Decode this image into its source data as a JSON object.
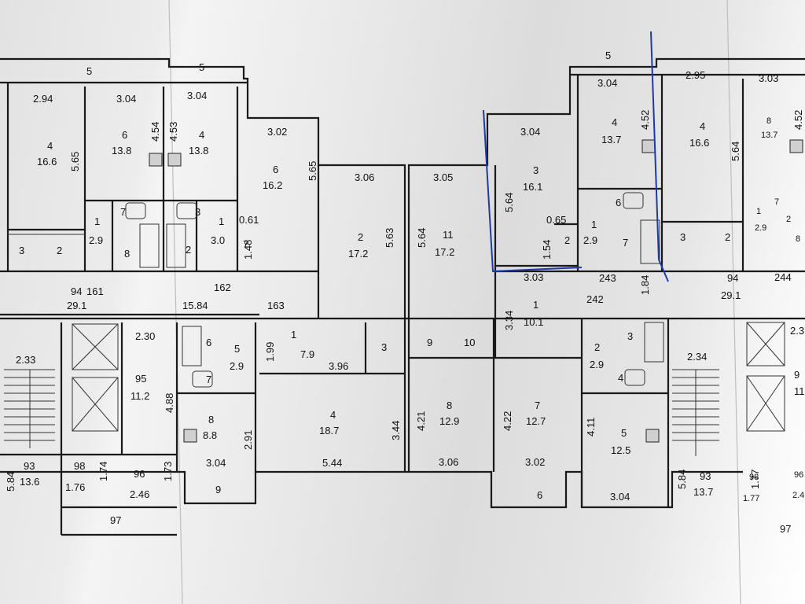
{
  "plan": {
    "apartment_left_top": {
      "rooms": [
        {
          "num": "4",
          "area": "16.6"
        },
        {
          "num": "6",
          "area": "13.8"
        },
        {
          "num": "4",
          "area": "13.8"
        },
        {
          "num": "6",
          "area": "16.2"
        },
        {
          "num": "2",
          "area": "17.2"
        },
        {
          "num": "1",
          "area": "2.9"
        },
        {
          "num": "1",
          "area": "3.0"
        },
        {
          "num": "94",
          "area": "29.1"
        }
      ],
      "dims": [
        "5",
        "5",
        "2.94",
        "3.04",
        "3.04",
        "3.02",
        "3.06",
        "5.65",
        "4.54",
        "4.53",
        "5.65",
        "5.63",
        "0.61",
        "1.48",
        "161",
        "162",
        "15.84",
        "163"
      ],
      "small": [
        "7",
        "3",
        "3",
        "2",
        "8",
        "2",
        "7"
      ]
    },
    "apartment_right_top": {
      "rooms": [
        {
          "num": "11",
          "area": "17.2"
        },
        {
          "num": "3",
          "area": "16.1"
        },
        {
          "num": "4",
          "area": "13.7"
        },
        {
          "num": "4",
          "area": "16.6"
        },
        {
          "num": "8",
          "area": "13.7"
        },
        {
          "num": "1",
          "area": "2.9"
        },
        {
          "num": "1",
          "area": "10.1"
        },
        {
          "num": "94",
          "area": "29.1"
        },
        {
          "num": "1",
          "area": "2.9"
        }
      ],
      "dims": [
        "5",
        "3.05",
        "3.04",
        "3.04",
        "2.95",
        "3.03",
        "5.64",
        "5.64",
        "4.52",
        "4.52",
        "5.64",
        "0.65",
        "1.54",
        "3.03",
        "243",
        "242",
        "1.84",
        "3.34",
        "244"
      ],
      "small": [
        "6",
        "2",
        "7",
        "3",
        "2",
        "7",
        "2",
        "8"
      ]
    },
    "apartment_bottom": {
      "rooms": [
        {
          "num": "1",
          "area": "7.9"
        },
        {
          "num": "4",
          "area": "18.7"
        },
        {
          "num": "8",
          "area": "8.8"
        },
        {
          "num": "5",
          "area": "2.9"
        },
        {
          "num": "95",
          "area": "11.2"
        },
        {
          "num": "93",
          "area": "13.6"
        },
        {
          "num": "98",
          "area": "1.76"
        },
        {
          "num": "96",
          "area": "2.46"
        },
        {
          "num": "8",
          "area": "12.9"
        },
        {
          "num": "7",
          "area": "12.7"
        },
        {
          "num": "2",
          "area": "2.9"
        },
        {
          "num": "5",
          "area": "12.5"
        },
        {
          "num": "93",
          "area": "13.7"
        },
        {
          "num": "98",
          "area": "1.77"
        }
      ],
      "dims": [
        "2.33",
        "2.30",
        "4.88",
        "1.99",
        "3.96",
        "2.91",
        "3.44",
        "5.44",
        "3.04",
        "9",
        "97",
        "5.84",
        "1.74",
        "1.73",
        "4.21",
        "4.22",
        "3.06",
        "3.02",
        "6",
        "4.11",
        "3.04",
        "2.34",
        "5.84",
        "1.77",
        "97"
      ],
      "small": [
        "6",
        "7",
        "3",
        "9",
        "10",
        "3",
        "4"
      ]
    },
    "partial_right_edge": [
      "2.3",
      "9",
      "11",
      "96",
      "2.4"
    ]
  }
}
